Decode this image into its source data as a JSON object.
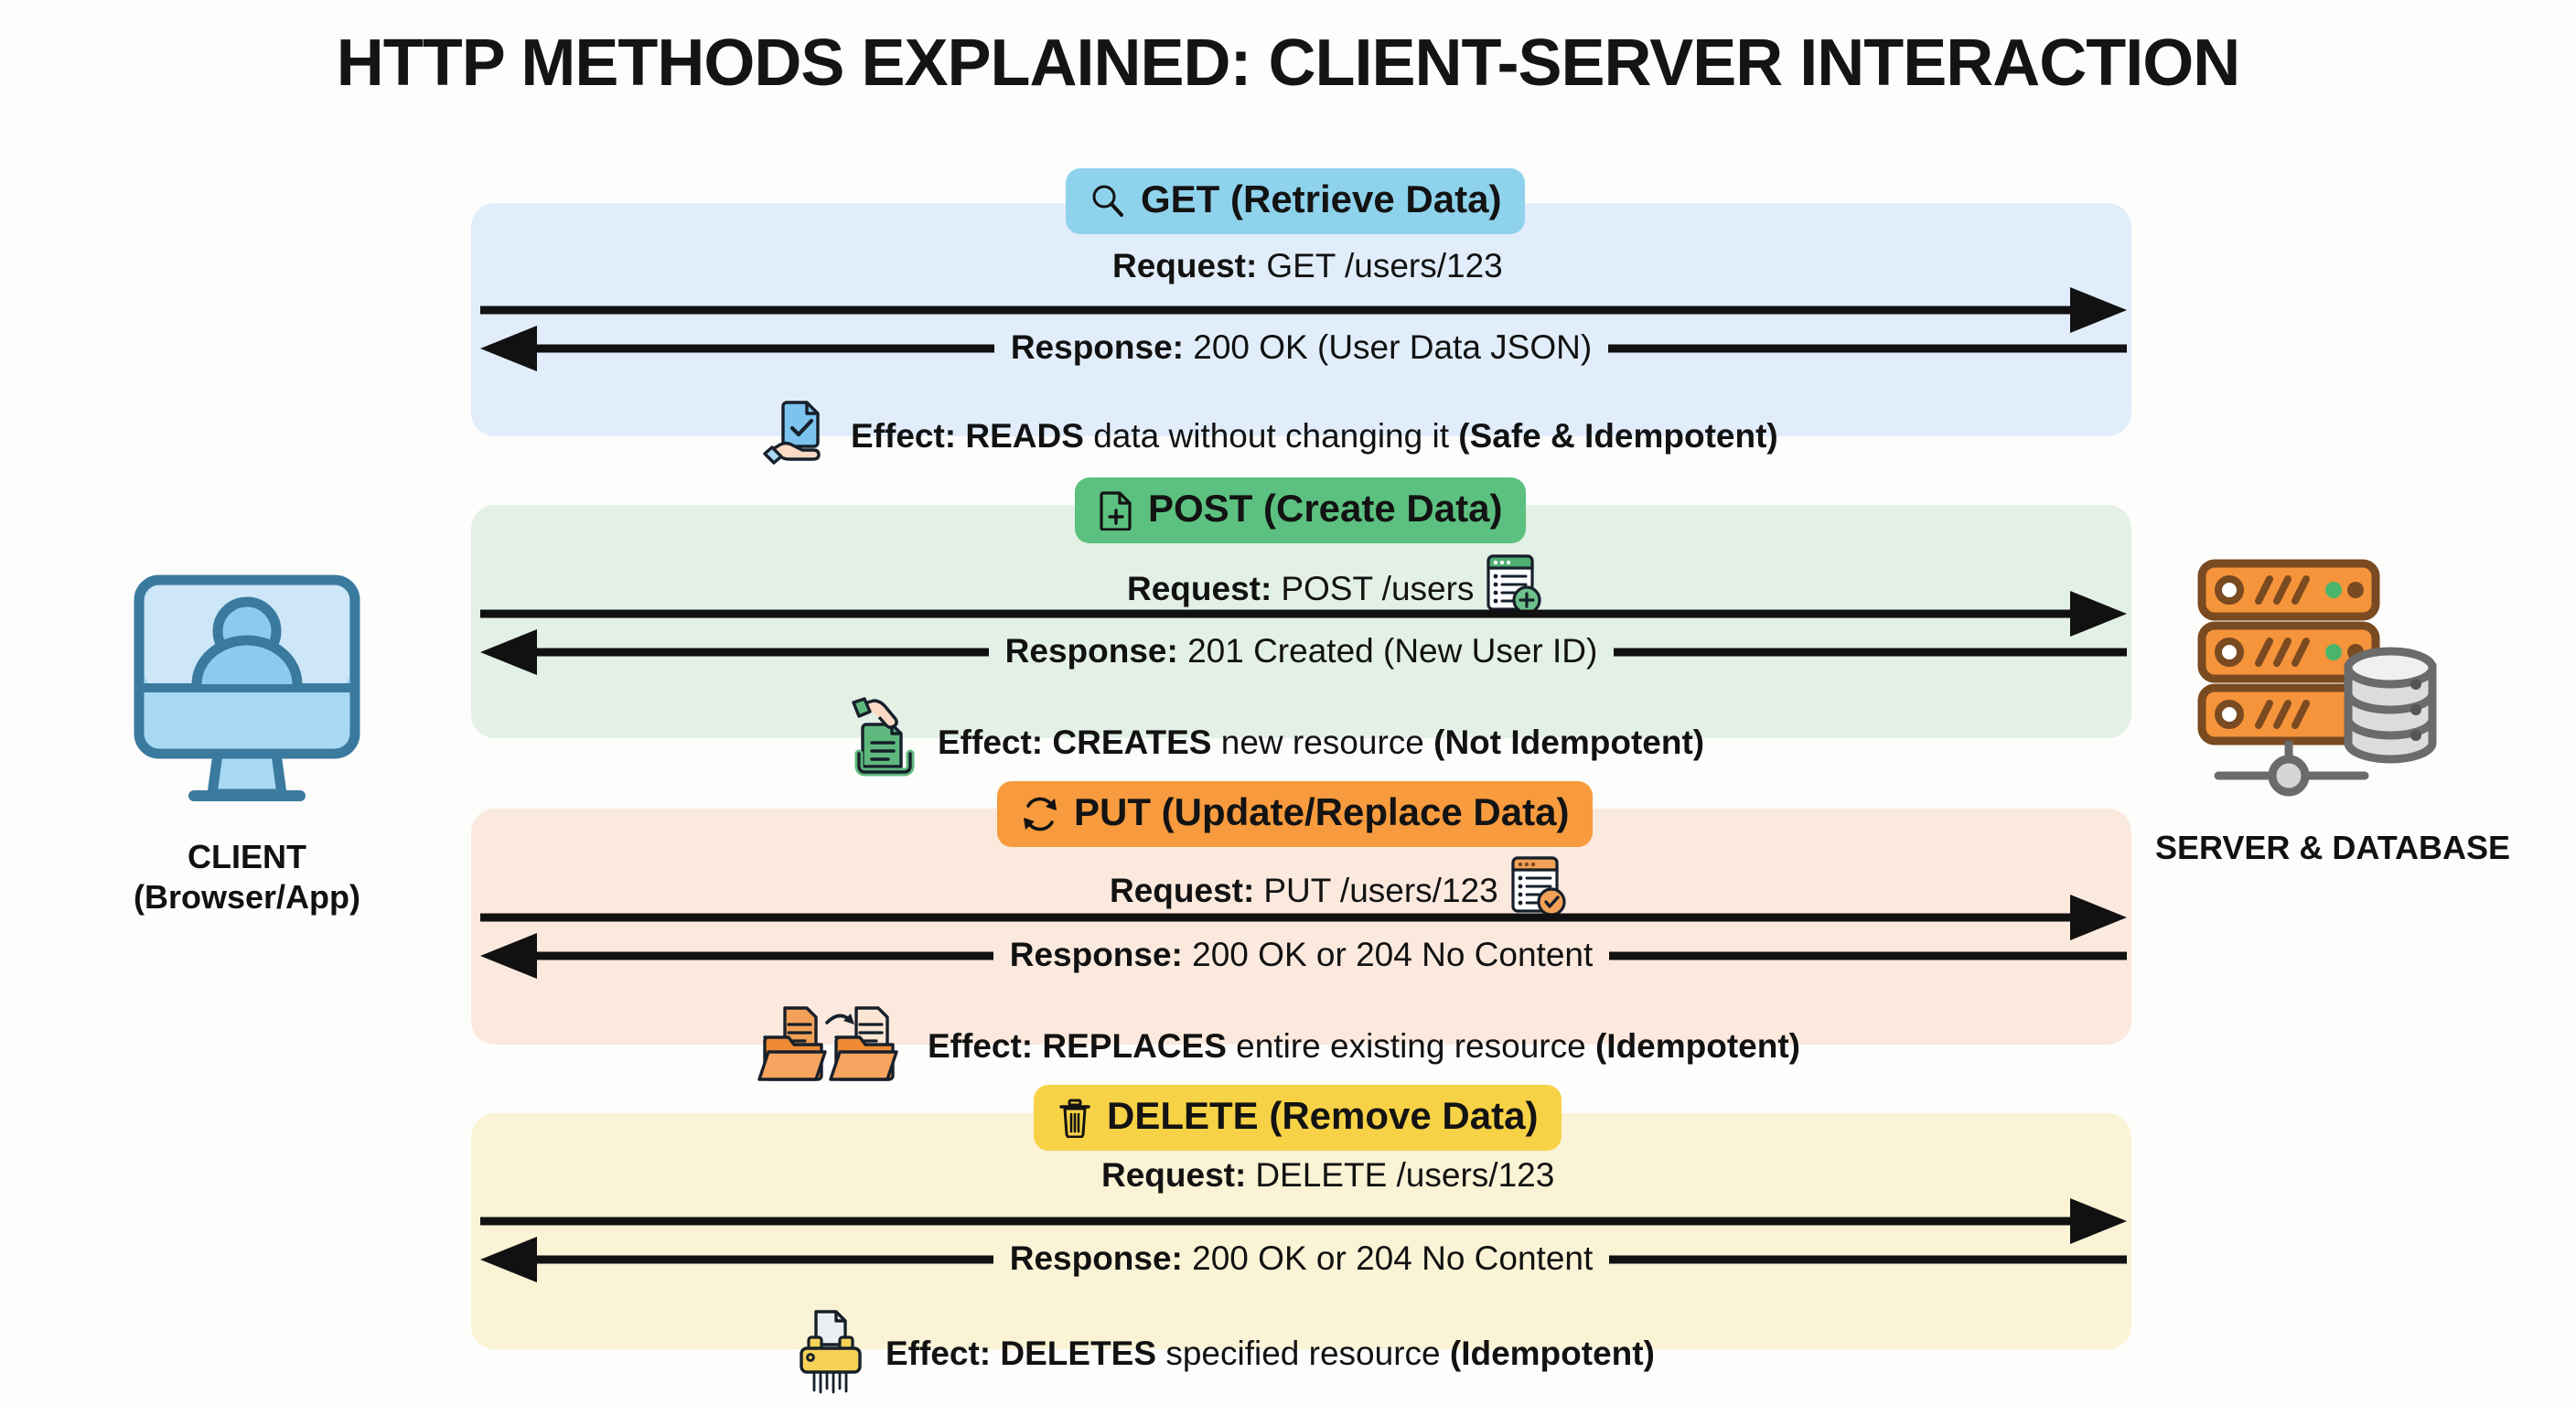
{
  "title": "HTTP METHODS EXPLAINED: CLIENT-SERVER INTERACTION",
  "endpoints": {
    "client": {
      "icon": "desktop-monitor-user-icon",
      "line1": "CLIENT",
      "line2": "(Browser/App)"
    },
    "server": {
      "icon": "server-rack-database-icon",
      "label": "SERVER & DATABASE"
    }
  },
  "colors": {
    "get_badge": "#8fd2ec",
    "get_panel": "#e2edfb",
    "post_badge": "#5cc180",
    "post_panel": "#e3f0e6",
    "put_badge": "#f79b3e",
    "put_panel": "#fbe9de",
    "delete_badge": "#f7d246",
    "delete_panel": "#fbf3d6",
    "arrow": "#111111",
    "text": "#121212"
  },
  "methods": [
    {
      "key": "get",
      "badge_icon": "magnifier-search-icon",
      "badge_label": "GET (Retrieve Data)",
      "request_prefix": "Request:",
      "request_value": "GET /users/123",
      "request_icon": null,
      "response_prefix": "Response:",
      "response_value": "200 OK (User Data JSON)",
      "effect_icon": "hand-holding-document-check-icon",
      "effect_prefix": "Effect:",
      "effect_verb": "READS",
      "effect_middle": "data without changing it",
      "effect_suffix": "(Safe & Idempotent)"
    },
    {
      "key": "post",
      "badge_icon": "document-plus-icon",
      "badge_label": "POST (Create Data)",
      "request_prefix": "Request:",
      "request_value": "POST /users",
      "request_icon": "form-add-record-icon",
      "response_prefix": "Response:",
      "response_value": "201 Created (New User ID)",
      "effect_icon": "hand-inserting-document-icon",
      "effect_prefix": "Effect:",
      "effect_verb": "CREATES",
      "effect_middle": "new resource",
      "effect_suffix": "(Not Idempotent)"
    },
    {
      "key": "put",
      "badge_icon": "refresh-cycle-icon",
      "badge_label": "PUT (Update/Replace Data)",
      "request_prefix": "Request:",
      "request_value": "PUT /users/123",
      "request_icon": "form-check-record-icon",
      "response_prefix": "Response:",
      "response_value": "200 OK or 204 No Content",
      "effect_icon": "folder-replace-document-icon",
      "effect_prefix": "Effect:",
      "effect_verb": "REPLACES",
      "effect_middle": "entire existing resource",
      "effect_suffix": "(Idempotent)"
    },
    {
      "key": "delete",
      "badge_icon": "trash-bin-icon",
      "badge_label": "DELETE (Remove Data)",
      "request_prefix": "Request:",
      "request_value": "DELETE /users/123",
      "request_icon": null,
      "response_prefix": "Response:",
      "response_value": "200 OK or 204 No Content",
      "effect_icon": "paper-shredder-icon",
      "effect_prefix": "Effect:",
      "effect_verb": "DELETES",
      "effect_middle": "specified resource",
      "effect_suffix": "(Idempotent)"
    }
  ]
}
